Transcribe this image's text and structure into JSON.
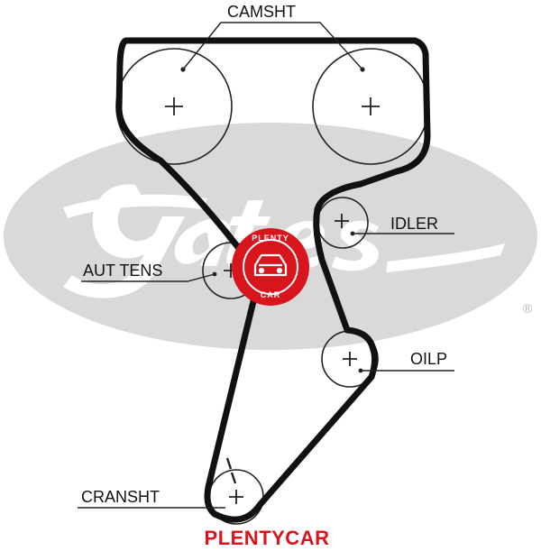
{
  "labels": {
    "camshaft": "CAMSHT",
    "idler": "IDLER",
    "auto_tensioner": "AUT TENS",
    "oil_pump": "OILP",
    "crankshaft": "CRANSHT"
  },
  "watermark": {
    "brand_text": "PLENTYCAR",
    "badge_top_text": "PLENTY",
    "badge_bottom_text": "CAR",
    "manufacturer_logo_text": "Gates"
  },
  "colors": {
    "belt": "#111111",
    "line": "#222222",
    "logo_gray": "#d4d4d4",
    "brand_red": "#d8141c"
  }
}
